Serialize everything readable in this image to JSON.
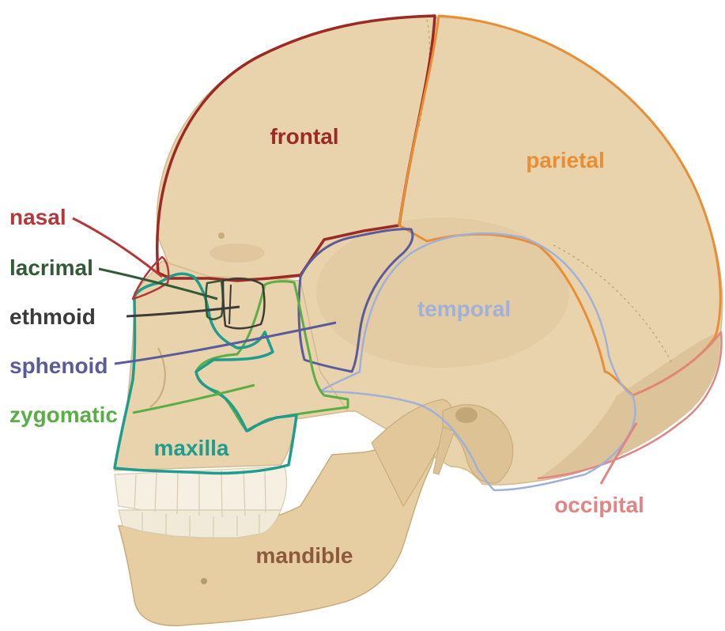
{
  "labels": {
    "frontal": "frontal",
    "parietal": "parietal",
    "temporal": "temporal",
    "nasal": "nasal",
    "lacrimal": "lacrimal",
    "ethmoid": "ethmoid",
    "sphenoid": "sphenoid",
    "zygomatic": "zygomatic",
    "maxilla": "maxilla",
    "mandible": "mandible",
    "occipital": "occipital"
  },
  "colors": {
    "bone": "#E9D3AC",
    "bone_shadow": "#D8BE92",
    "bone_dark": "#C9AC7C",
    "teeth": "#F5F0E2",
    "frontal": "#9B2A25",
    "parietal": "#EA8E35",
    "temporal": "#9FB1D8",
    "nasal": "#B5373A",
    "lacrimal": "#325A37",
    "ethmoid": "#3A3A3A",
    "sphenoid": "#5A5B9D",
    "zygomatic": "#5AAE45",
    "maxilla": "#1E9C8E",
    "mandible": "#8B5A3C",
    "occipital": "#E08583"
  }
}
